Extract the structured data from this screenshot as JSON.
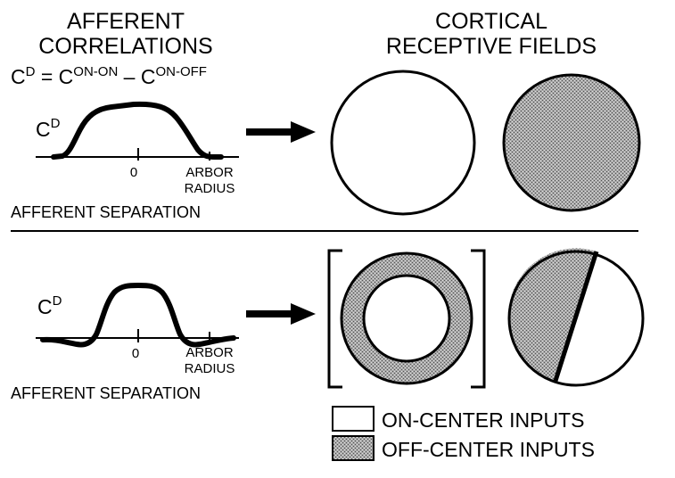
{
  "headers": {
    "left_line1": "AFFERENT",
    "left_line2": "CORRELATIONS",
    "right_line1": "CORTICAL",
    "right_line2": "RECEPTIVE FIELDS"
  },
  "equation": {
    "c1": "C",
    "sup1": "D",
    "eq": " = C",
    "sup2": "ON-ON",
    "minus": " – C",
    "sup3": "ON-OFF"
  },
  "top_plot": {
    "label_c": "C",
    "label_sup": "D",
    "tick_zero": "0",
    "arbor_line1": "ARBOR",
    "arbor_line2": "RADIUS",
    "xlabel": "AFFERENT SEPARATION"
  },
  "bottom_plot": {
    "label_c": "C",
    "label_sup": "D",
    "tick_zero": "0",
    "arbor_line1": "ARBOR",
    "arbor_line2": "RADIUS",
    "xlabel": "AFFERENT SEPARATION"
  },
  "legend": {
    "on_label": "ON-CENTER INPUTS",
    "off_label": "OFF-CENTER INPUTS"
  },
  "colors": {
    "ink": "#000000",
    "off_fill": "#8f8f8f",
    "on_fill": "#ffffff"
  }
}
